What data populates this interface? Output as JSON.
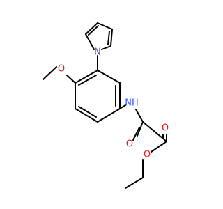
{
  "molecule": {
    "atoms": [
      {
        "id": "n_pyrrole",
        "symbol": "N",
        "color": "#3050f8"
      },
      {
        "id": "o_methoxy",
        "symbol": "O",
        "color": "#ff0d0d"
      },
      {
        "id": "n_amide",
        "symbol": "NH",
        "color": "#3050f8"
      },
      {
        "id": "o_amide",
        "symbol": "O",
        "color": "#ff0d0d"
      },
      {
        "id": "o_carbonyl",
        "symbol": "O",
        "color": "#ff0d0d"
      },
      {
        "id": "o_ester",
        "symbol": "O",
        "color": "#ff0d0d"
      }
    ]
  }
}
